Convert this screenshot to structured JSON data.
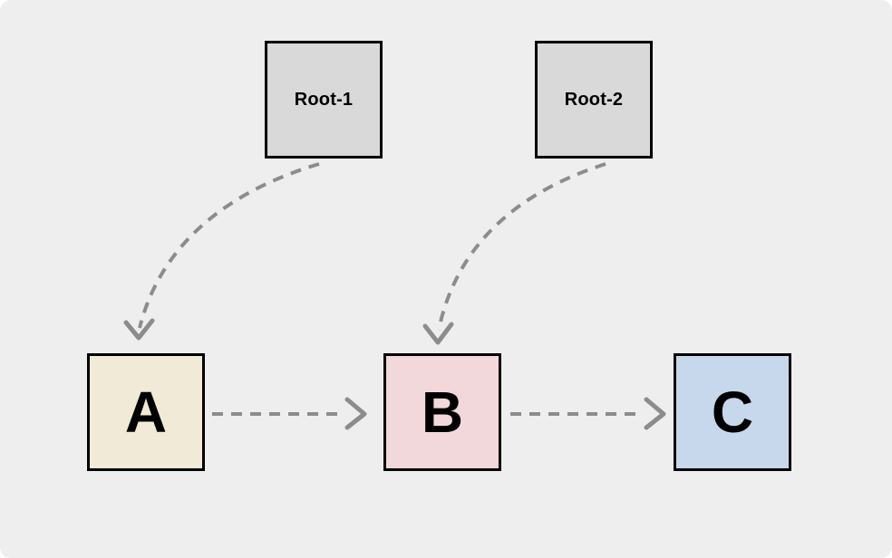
{
  "diagram": {
    "colors": {
      "background": "#eeeeee",
      "node_border": "#000000",
      "connector": "#8c8c8c",
      "label_text": "#000000"
    },
    "nodes": {
      "root1": {
        "label": "Root-1",
        "fill": "#d9d9d9"
      },
      "root2": {
        "label": "Root-2",
        "fill": "#d9d9d9"
      },
      "a": {
        "label": "A",
        "fill": "#f0ead6"
      },
      "b": {
        "label": "B",
        "fill": "#f3d8db"
      },
      "c": {
        "label": "C",
        "fill": "#c7d8ed"
      }
    },
    "edges": [
      {
        "from": "Root-1",
        "to": "A",
        "style": "dashed-curved-arrow"
      },
      {
        "from": "Root-2",
        "to": "B",
        "style": "dashed-curved-arrow"
      },
      {
        "from": "A",
        "to": "B",
        "style": "dashed-straight-arrow"
      },
      {
        "from": "B",
        "to": "C",
        "style": "dashed-straight-arrow"
      }
    ]
  }
}
